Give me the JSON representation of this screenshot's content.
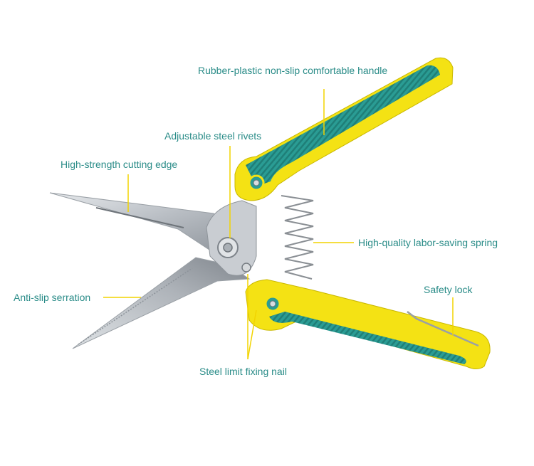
{
  "colors": {
    "label_text": "#2a8c88",
    "leader_line": "#f2d400",
    "handle_yellow": "#f4e214",
    "handle_teal": "#2a9c94",
    "blade_steel": "#b9bec4",
    "spring": "#8a8f94"
  },
  "callouts": {
    "handle": "Rubber-plastic non-slip comfortable handle",
    "rivets": "Adjustable steel rivets",
    "cutting_edge": "High-strength cutting edge",
    "spring": "High-quality labor-saving spring",
    "lock": "Safety lock",
    "serration": "Anti-slip serration",
    "nail": "Steel limit fixing nail"
  }
}
